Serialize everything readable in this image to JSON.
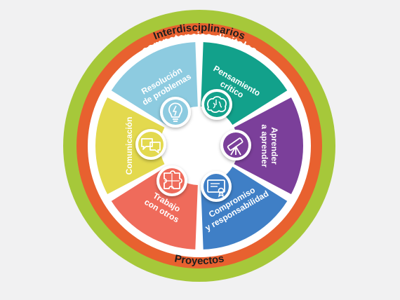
{
  "ring_labels": {
    "outer_top": "Interdisciplinarios",
    "middle_top": "competencias digitales",
    "outer_bottom": "Proyectos"
  },
  "segments": [
    {
      "id": "resolucion",
      "lines": [
        "Resolución",
        "de problemas"
      ],
      "color": "#8dcbe0",
      "badge_color": "#8dcbe0",
      "icon": "lightbulb-icon"
    },
    {
      "id": "pensamiento",
      "lines": [
        "Pensamiento",
        "crítico"
      ],
      "color": "#12a18b",
      "badge_color": "#12a18b",
      "icon": "brain-icon"
    },
    {
      "id": "aprender",
      "lines": [
        "Aprender",
        "a aprender"
      ],
      "color": "#7b3f9a",
      "badge_color": "#7b3f9a",
      "icon": "telescope-icon"
    },
    {
      "id": "compromiso",
      "lines": [
        "Compromiso",
        "y responsabilidad"
      ],
      "color": "#3f7fc6",
      "badge_color": "#3f7fc6",
      "icon": "certificate-icon"
    },
    {
      "id": "trabajo",
      "lines": [
        "Trabajo",
        "con otros"
      ],
      "color": "#ef6b5b",
      "badge_color": "#ef6b5b",
      "icon": "puzzle-icon"
    },
    {
      "id": "comunicacion",
      "lines": [
        "Comunicación"
      ],
      "color": "#e3d94e",
      "badge_color": "#e3d94e",
      "icon": "speech-bubbles-icon"
    }
  ],
  "colors": {
    "outer_ring": "#a6c83a",
    "middle_ring": "#e8612f",
    "background": "#f1f1f2",
    "white": "#ffffff"
  }
}
